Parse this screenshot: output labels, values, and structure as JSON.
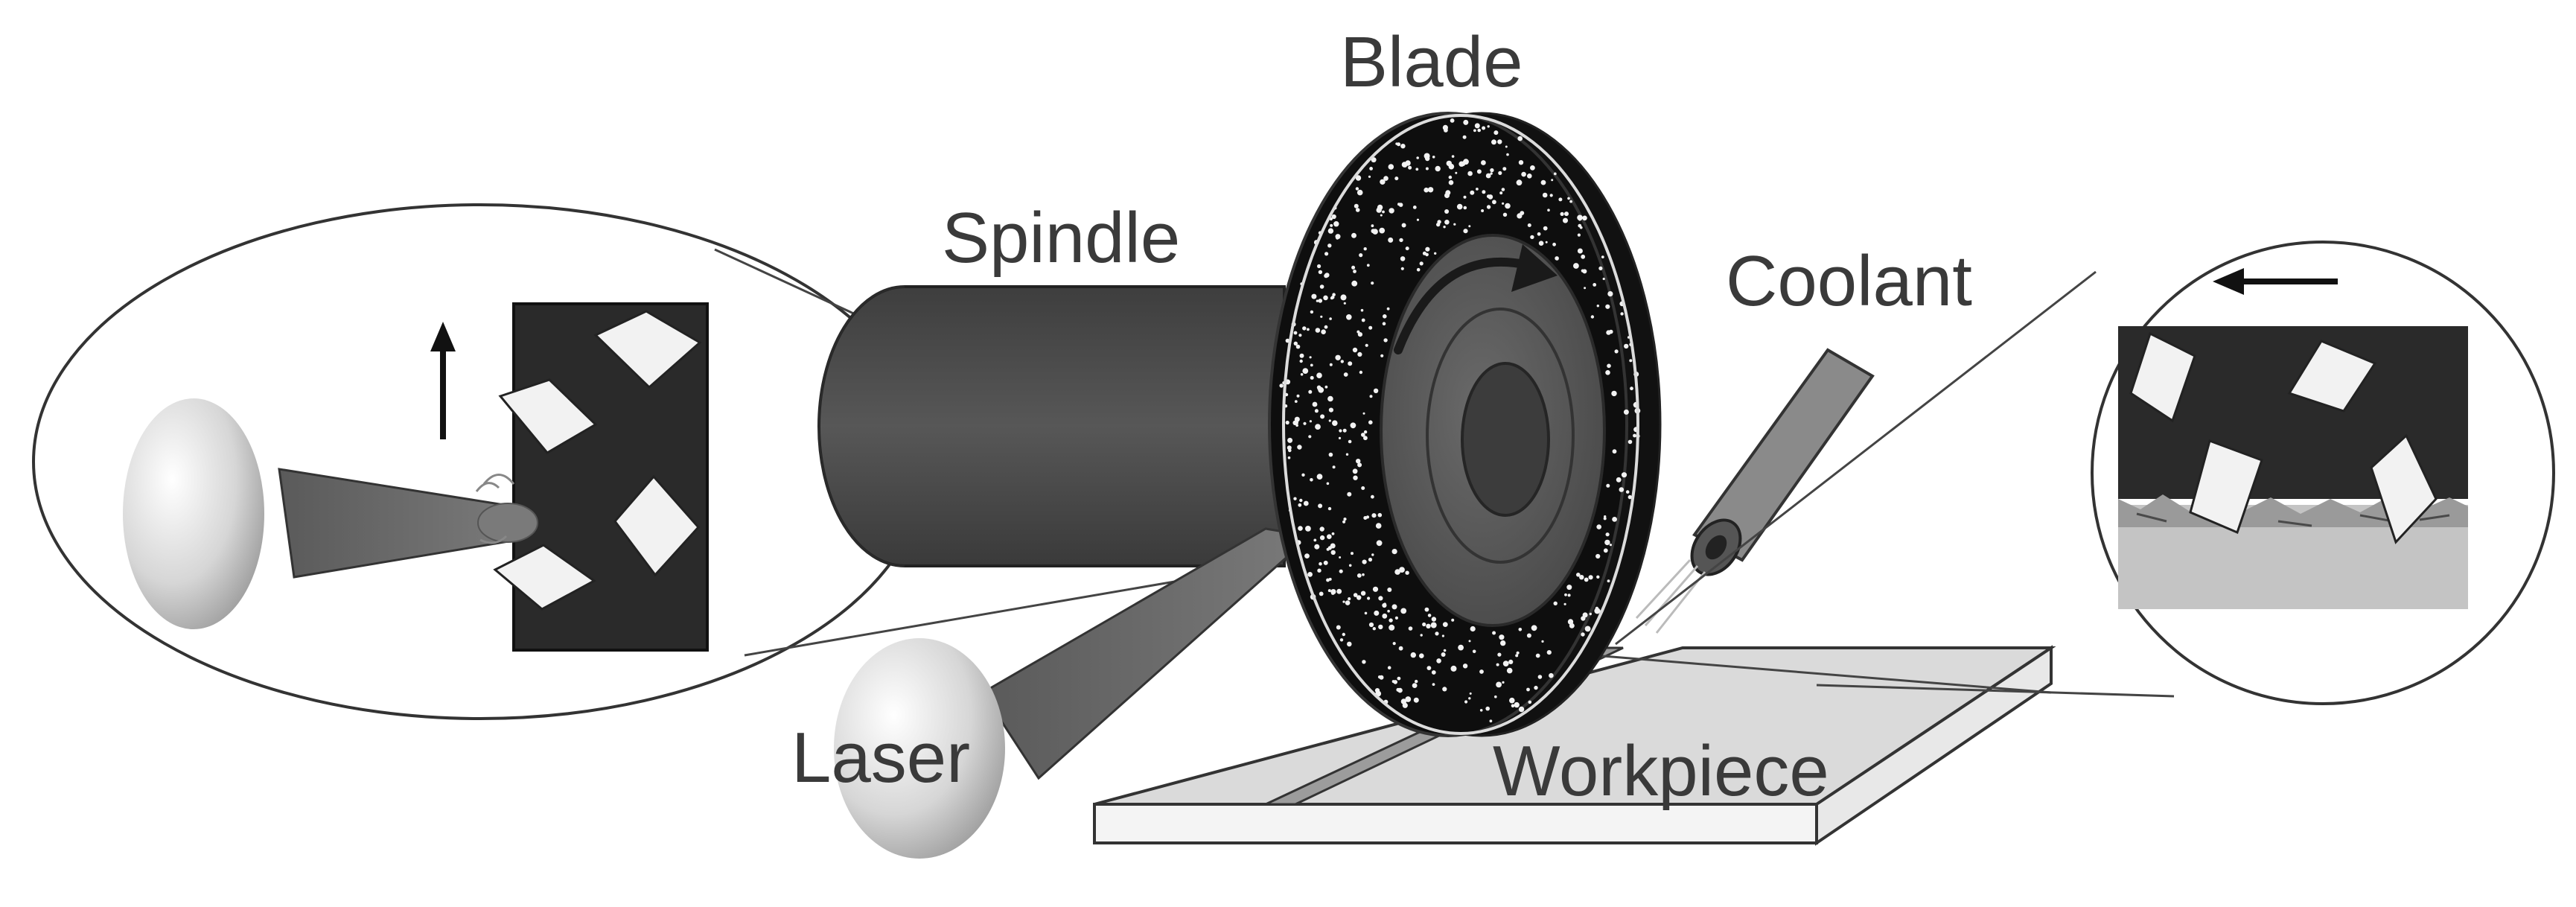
{
  "labels": {
    "blade": "Blade",
    "spindle": "Spindle",
    "coolant": "Coolant",
    "laser": "Laser",
    "workpiece": "Workpiece"
  },
  "colors": {
    "background": "#ffffff",
    "spindle": "#4d4d4d",
    "blade_outer": "#0e0e0e",
    "hub": "#5c5c5c",
    "laser_beam": "#6a6a6a",
    "grit": "#f2f2f2",
    "workpiece": "#dadada",
    "kerf_surface": "#c4c4c4",
    "matrix": "#2a2a2a",
    "text": "#3a3a3a"
  },
  "icons": [
    "rotation-arrow-icon",
    "up-arrow-icon",
    "left-arrow-icon"
  ]
}
